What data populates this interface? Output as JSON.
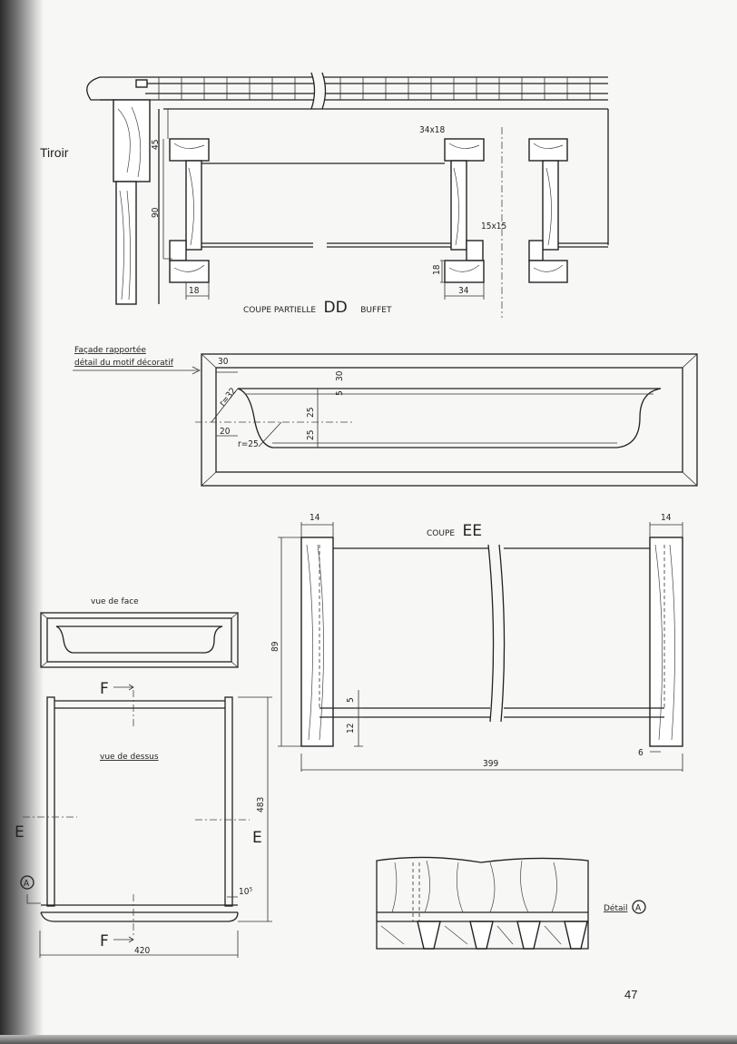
{
  "page": {
    "number": "47",
    "side_label": "Tiroir"
  },
  "section_dd": {
    "caption_prefix": "COUPE PARTIELLE",
    "caption_letters": "DD",
    "caption_suffix": "BUFFET",
    "dims": {
      "height_top": "45",
      "height_main": "90",
      "width_left": "18",
      "rail": "34x18",
      "cleat": "15x15",
      "height_bottom": "18",
      "width_right": "34"
    }
  },
  "facade": {
    "title": "Façade rapportée",
    "subtitle": "détail du motif décoratif",
    "dims": {
      "border": "30",
      "top_gap": "5",
      "top_offset": "30",
      "radius_top": "r=32",
      "radius_bottom": "r=25",
      "offset": "20",
      "half_upper": "25",
      "half_lower": "25"
    }
  },
  "section_ee": {
    "caption_prefix": "COUPE",
    "caption_letters": "EE",
    "dims": {
      "left_thickness": "14",
      "right_thickness": "14",
      "height": "89",
      "bottom_gap": "5",
      "bottom_height": "12",
      "groove": "6",
      "width": "399"
    }
  },
  "front_view": {
    "title": "vue de face"
  },
  "top_view": {
    "title": "vue de dessus",
    "depth": "483",
    "width": "420",
    "offset": "10⁵",
    "section_f": "F",
    "section_e": "E",
    "detail_marker": "A"
  },
  "detail_a": {
    "title": "Détail",
    "marker": "A"
  }
}
